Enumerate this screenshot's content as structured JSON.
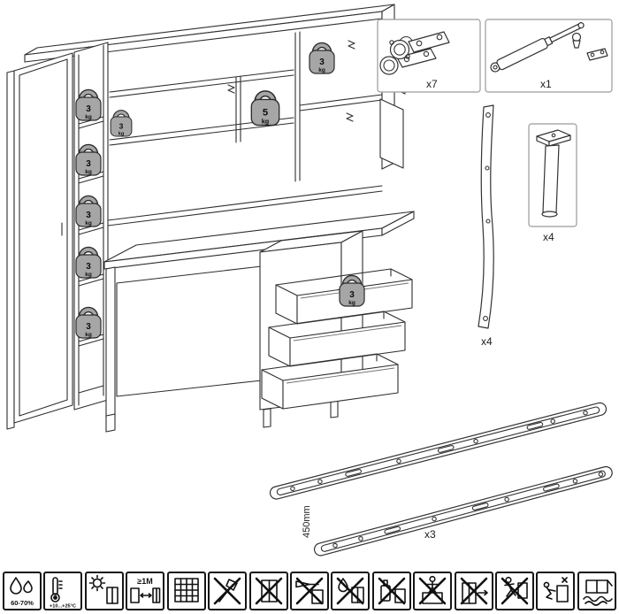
{
  "weights": [
    {
      "value": "3",
      "unit": "kg"
    },
    {
      "value": "3",
      "unit": "kg"
    },
    {
      "value": "3",
      "unit": "kg"
    },
    {
      "value": "3",
      "unit": "kg"
    },
    {
      "value": "3",
      "unit": "kg"
    },
    {
      "value": "3",
      "unit": "kg"
    },
    {
      "value": "5",
      "unit": "kg"
    },
    {
      "value": "3",
      "unit": "kg"
    },
    {
      "value": "3",
      "unit": "kg"
    }
  ],
  "parts": {
    "hinge": {
      "qty": "x7"
    },
    "gas_lift": {
      "qty": "x1"
    },
    "back_bracket": {
      "qty": "x4"
    },
    "leg": {
      "qty": "x4"
    },
    "drawer_slide": {
      "qty": "x3",
      "length": "450mm"
    }
  },
  "footer": {
    "items": [
      {
        "name": "humidity",
        "label": "60-70%"
      },
      {
        "name": "temperature",
        "label": "+10...+25°C"
      },
      {
        "name": "keep-from-sunlight"
      },
      {
        "name": "heat-source-distance",
        "label": "≥1M"
      },
      {
        "name": "ventilation"
      },
      {
        "name": "no-axe-impact"
      },
      {
        "name": "no-hitting"
      },
      {
        "name": "no-sharp-tools"
      },
      {
        "name": "no-moisture"
      },
      {
        "name": "no-solvents"
      },
      {
        "name": "no-climbing"
      },
      {
        "name": "no-dragging"
      },
      {
        "name": "no-children-playing"
      },
      {
        "name": "careful-assembly"
      },
      {
        "name": "assemble-on-soft-surface"
      }
    ]
  }
}
